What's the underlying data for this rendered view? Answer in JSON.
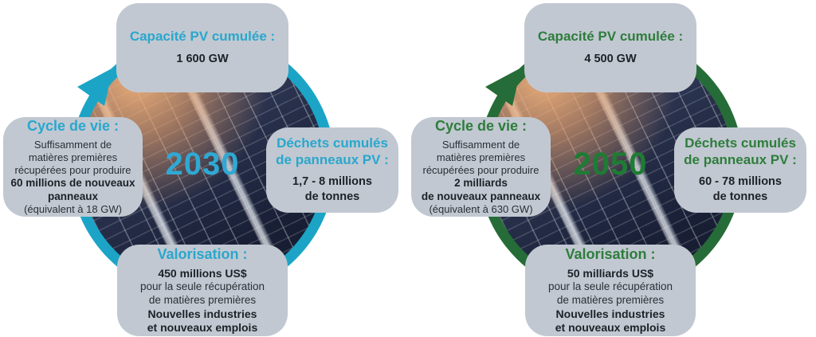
{
  "canvas": {
    "background": "#ffffff",
    "box_bg": "#c1c8d1",
    "body_text": "#2b2f36",
    "bold_text": "#1d2127"
  },
  "diagrams": [
    {
      "id": "2030",
      "year": "2030",
      "colors": {
        "title": "#29a7cd",
        "year": "#2fa9d4",
        "arrow": "#1ca4c7"
      },
      "capacity": {
        "title": "Capacité PV cumulée :",
        "value": "1 600 GW"
      },
      "lifecycle": {
        "title": "Cycle de vie :",
        "line1": "Suffisamment de",
        "line2": "matières premières",
        "line3": "récupérées pour produire",
        "bold1": "60 millions de nouveaux",
        "bold2": "panneaux",
        "note": "(équivalent à 18 GW)"
      },
      "waste": {
        "title1": "Déchets cumulés",
        "title2": "de panneaux PV :",
        "value1": "1,7 - 8 millions",
        "value2": "de tonnes"
      },
      "valorization": {
        "title": "Valorisation :",
        "amount": "450 millions US$",
        "line1": "pour la seule récupération",
        "line2": "de matières premières",
        "bold1": "Nouvelles industries",
        "bold2": "et nouveaux emplois"
      }
    },
    {
      "id": "2050",
      "year": "2050",
      "colors": {
        "title": "#2e7d3c",
        "year": "#1e7c33",
        "arrow": "#266c38"
      },
      "capacity": {
        "title": "Capacité PV cumulée :",
        "value": "4 500 GW"
      },
      "lifecycle": {
        "title": "Cycle de vie :",
        "line1": "Suffisamment de",
        "line2": "matières premières",
        "line3": "récupérées pour produire",
        "bold1": "2 milliards",
        "bold2": "de nouveaux panneaux",
        "note": "(équivalent à 630 GW)"
      },
      "waste": {
        "title1": "Déchets cumulés",
        "title2": "de panneaux PV :",
        "value1": "60 - 78 millions",
        "value2": "de tonnes"
      },
      "valorization": {
        "title": "Valorisation :",
        "amount": "50 milliards US$",
        "line1": "pour la seule récupération",
        "line2": "de matières premières",
        "bold1": "Nouvelles industries",
        "bold2": "et nouveaux emplois"
      }
    }
  ]
}
